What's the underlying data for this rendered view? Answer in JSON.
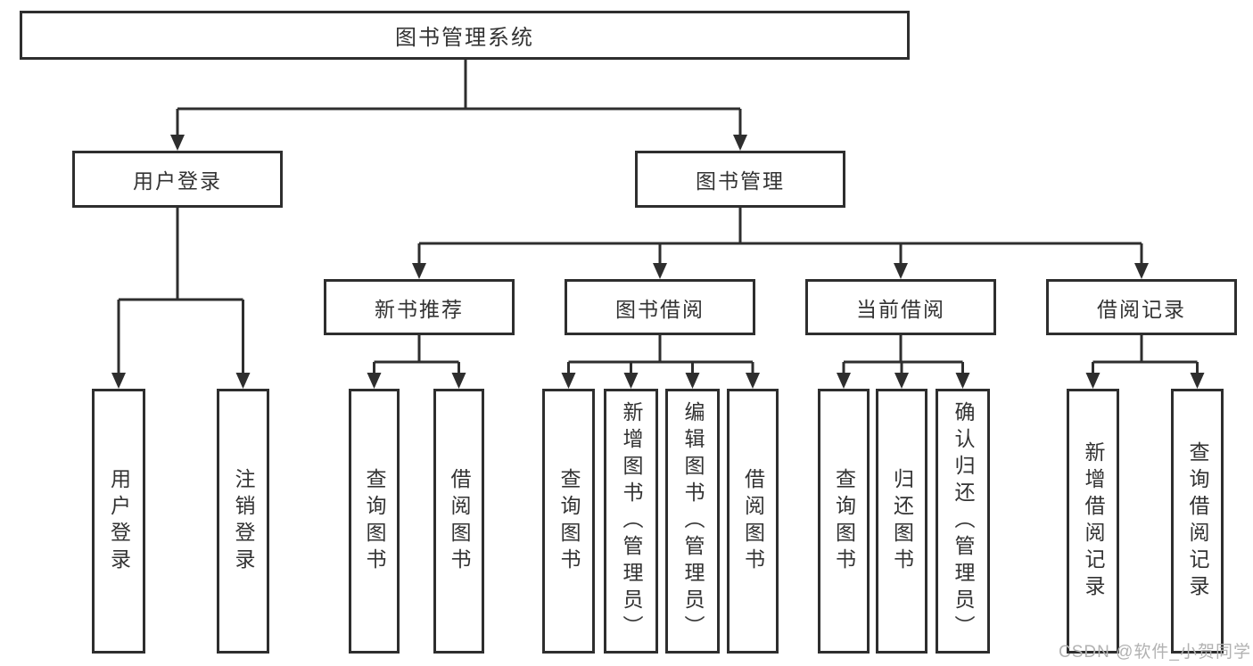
{
  "colors": {
    "line": "#2e2e2e",
    "border": "#2e2e2e",
    "fill": "#ffffff",
    "text": "#333333",
    "watermark": "#b2b2b2"
  },
  "root": {
    "label": "图书管理系统"
  },
  "level2": {
    "user_login": {
      "label": "用户登录"
    },
    "book_management": {
      "label": "图书管理"
    }
  },
  "level3": {
    "new_book_recommend": {
      "label": "新书推荐"
    },
    "book_borrowing": {
      "label": "图书借阅"
    },
    "current_borrowing": {
      "label": "当前借阅"
    },
    "borrowing_records": {
      "label": "借阅记录"
    }
  },
  "leaves": {
    "user_login": [
      "用户登录",
      "注销登录"
    ],
    "new_book_recommend": [
      "查询图书",
      "借阅图书"
    ],
    "book_borrowing": [
      "查询图书",
      "新增图书（管理员）",
      "编辑图书（管理员）",
      "借阅图书"
    ],
    "current_borrowing": [
      "查询图书",
      "归还图书",
      "确认归还（管理员）"
    ],
    "borrowing_records": [
      "新增借阅记录",
      "查询借阅记录"
    ]
  },
  "watermark": "CSDN @软件_小贺同学"
}
